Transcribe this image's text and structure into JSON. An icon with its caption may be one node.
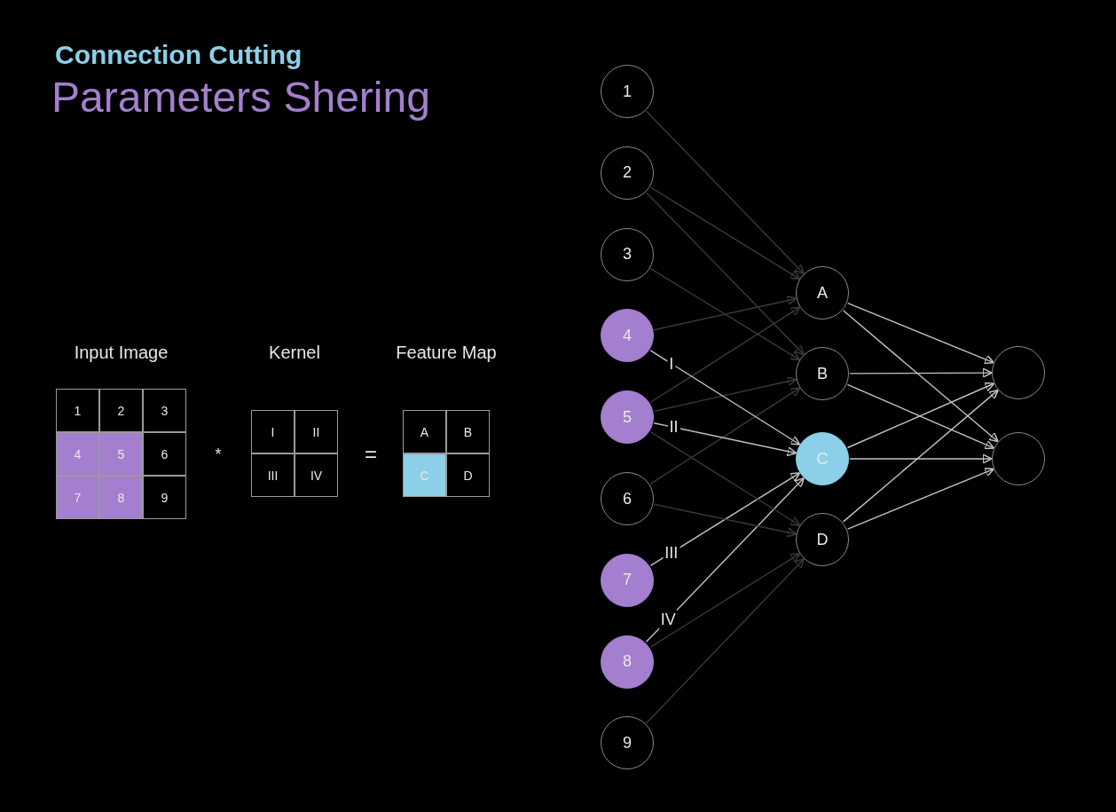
{
  "diagram": {
    "title": "Parameters Shering",
    "nodes": [
      {
        "text": [
          "1"
        ]
      },
      {
        "text": [
          "2"
        ]
      },
      {
        "text": [
          "3"
        ]
      },
      {
        "text": [
          "4"
        ]
      },
      {
        "text": [
          "5"
        ]
      },
      {
        "text": [
          "6"
        ]
      },
      {
        "text": [
          "7"
        ]
      },
      {
        "text": [
          "8"
        ]
      },
      {
        "text": [
          "9"
        ]
      },
      {
        "text": [
          "A"
        ]
      },
      {
        "text": [
          "B"
        ]
      },
      {
        "text": [
          "C"
        ]
      },
      {
        "text": [
          "D"
        ]
      },
      {
        "text": [],
        "shape": "circle"
      },
      {
        "text": [],
        "shape": "circle"
      }
    ],
    "edges": [
      {
        "from": 0,
        "to": 9,
        "arrow": "to",
        "color": "#3a3a3a"
      },
      {
        "from": 1,
        "to": 9,
        "arrow": "to",
        "color": "#3a3a3a"
      },
      {
        "from": 3,
        "to": 9,
        "arrow": "to",
        "color": "#3a3a3a"
      },
      {
        "from": 4,
        "to": 9,
        "arrow": "to",
        "color": "#3a3a3a"
      },
      {
        "from": 1,
        "to": 10,
        "arrow": "to",
        "color": "#3a3a3a"
      },
      {
        "from": 2,
        "to": 10,
        "arrow": "to",
        "color": "#3a3a3a"
      },
      {
        "from": 4,
        "to": 10,
        "arrow": "to",
        "color": "#3a3a3a"
      },
      {
        "from": 5,
        "to": 10,
        "arrow": "to",
        "color": "#3a3a3a"
      },
      {
        "from": 3,
        "to": 11,
        "label": "I",
        "arrow": "to",
        "color": "#c4c4c4"
      },
      {
        "from": 4,
        "to": 11,
        "label": "II",
        "arrow": "to",
        "color": "#c4c4c4"
      },
      {
        "from": 6,
        "to": 11,
        "label": "III",
        "arrow": "to",
        "color": "#c4c4c4"
      },
      {
        "from": 7,
        "to": 11,
        "label": "IV",
        "arrow": "to",
        "color": "#c4c4c4"
      },
      {
        "from": 4,
        "to": 12,
        "arrow": "to",
        "color": "#3a3a3a"
      },
      {
        "from": 5,
        "to": 12,
        "arrow": "to",
        "color": "#3a3a3a"
      },
      {
        "from": 7,
        "to": 12,
        "arrow": "to",
        "color": "#3a3a3a"
      },
      {
        "from": 8,
        "to": 12,
        "arrow": "to",
        "color": "#3a3a3a"
      },
      {
        "from": 9,
        "to": 13,
        "arrow": "to",
        "color": "#c4c4c4"
      },
      {
        "from": 9,
        "to": 14,
        "arrow": "to",
        "color": "#c4c4c4"
      },
      {
        "from": 10,
        "to": 13,
        "arrow": "to",
        "color": "#c4c4c4"
      },
      {
        "from": 10,
        "to": 14,
        "arrow": "to",
        "color": "#c4c4c4"
      },
      {
        "from": 11,
        "to": 13,
        "arrow": "to",
        "color": "#c4c4c4"
      },
      {
        "from": 11,
        "to": 14,
        "arrow": "to",
        "color": "#c4c4c4"
      },
      {
        "from": 12,
        "to": 13,
        "arrow": "to",
        "color": "#c4c4c4"
      },
      {
        "from": 12,
        "to": 14,
        "arrow": "to",
        "color": "#c4c4c4"
      }
    ],
    "labels": [
      "Connection Cutting",
      "Input Image",
      "Kernel",
      "Feature Map",
      "1",
      "2",
      "3",
      "4",
      "5",
      "6",
      "7",
      "8",
      "9",
      "*",
      "I",
      "II",
      "III",
      "IV",
      "=",
      "A",
      "B",
      "C",
      "D"
    ]
  }
}
